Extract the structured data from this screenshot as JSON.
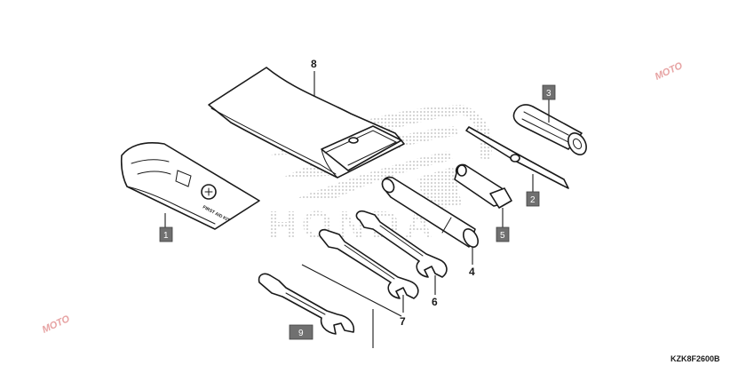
{
  "diagram_code": "KZK8F2600B",
  "background_logo_text": "HONDA",
  "first_aid_text": "FIRST AID KIT",
  "watermark_text": "MOTO",
  "callouts": {
    "c1": "1",
    "c2": "2",
    "c3": "3",
    "c4": "4",
    "c5": "5",
    "c6": "6",
    "c7": "7",
    "c8": "8",
    "c9": "9"
  },
  "colors": {
    "line": "#1a1a1a",
    "box_fill": "#707070",
    "logo_dots": "#b8b8b8",
    "watermark": "#e7a3a3"
  }
}
